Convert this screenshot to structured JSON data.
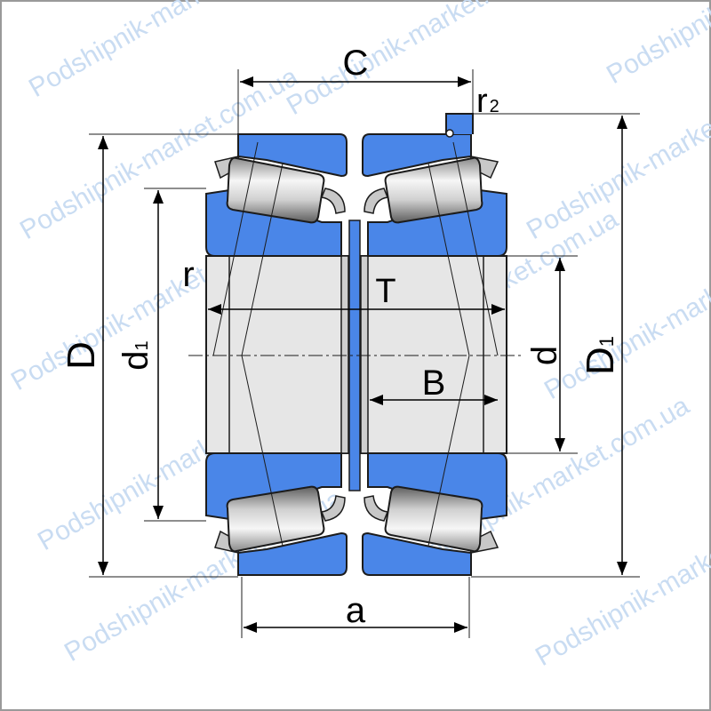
{
  "watermark": "Podshipnik-market.com.ua",
  "colors": {
    "ring": "#4a86e8",
    "ring_stroke": "#1c1c1c",
    "bore": "#e6e6e6",
    "roller_light": "#f4f4f4",
    "roller_dark": "#6f6f6f",
    "cage": "#c8c8c8",
    "background": "#ffffff"
  },
  "dimensions": {
    "C": "C",
    "r2_main": "r",
    "r2_sub": "2",
    "D": "D",
    "d1_main": "d",
    "d1_sub": "1",
    "r": "r",
    "T": "T",
    "d": "d",
    "D1_main": "D",
    "D1_sub": "1",
    "B": "B",
    "a": "a"
  }
}
